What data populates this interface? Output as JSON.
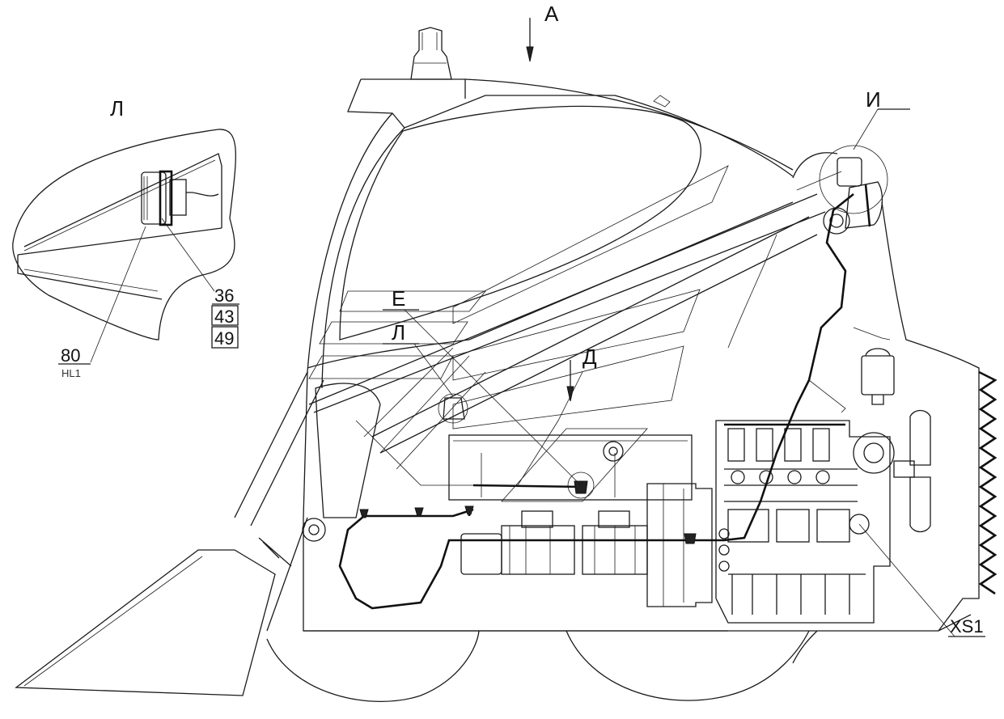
{
  "view_labels": {
    "A": "А",
    "D": "Д",
    "E": "Е",
    "L": "Л",
    "I": "И",
    "detail_L": "Л"
  },
  "callouts": {
    "item_36": "36",
    "item_43": "43",
    "item_49": "49",
    "item_80": "80",
    "item_80_sub": "HL1",
    "connector": "XS1"
  }
}
